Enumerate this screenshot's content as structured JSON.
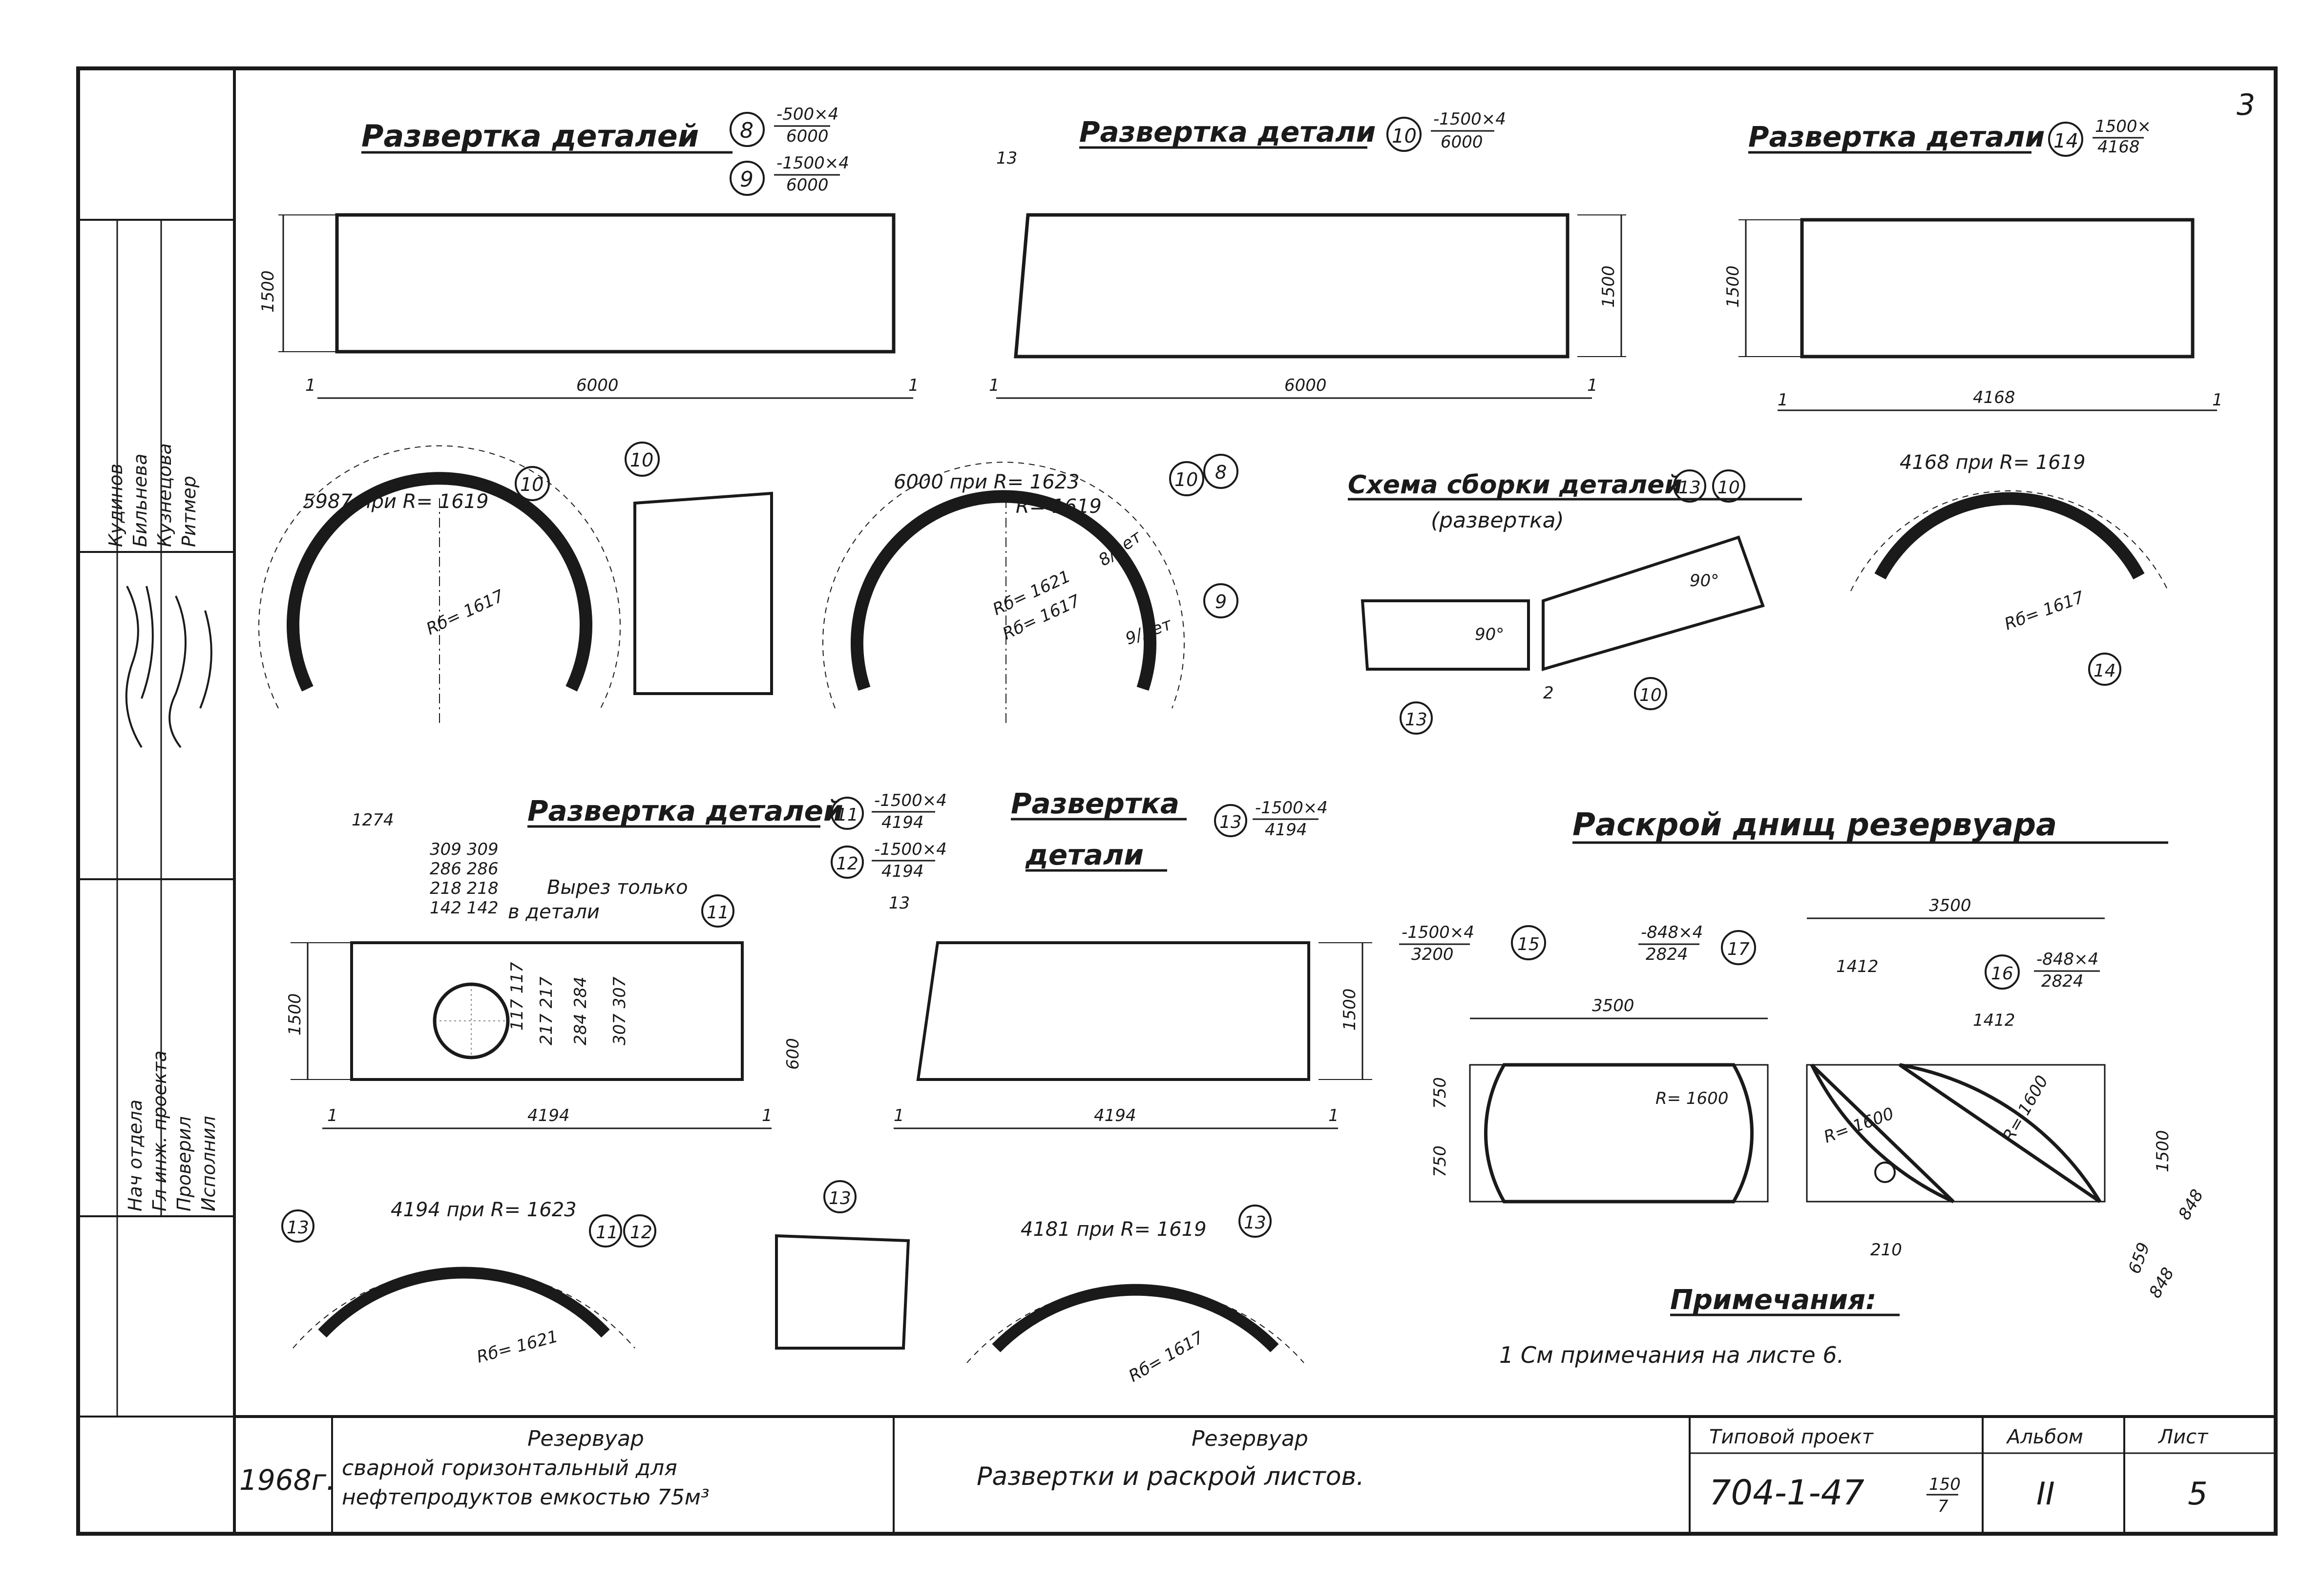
{
  "sheet_corner": "3",
  "titles": {
    "t1": "Развертка деталей",
    "t2": "Развертка детали",
    "t3": "Развертка детали",
    "t4": "Развертка деталей",
    "t5a": "Развертка",
    "t5b": "детали",
    "t6": "Раскрой   днищ   резервуара",
    "scheme1": "Схема сборки деталей",
    "scheme2": "(развертка)",
    "notes_title": "Примечания:",
    "note1": "1  См примечания на листе 6."
  },
  "callouts": {
    "c8": "8",
    "c9": "9",
    "c10": "10",
    "c13": "13",
    "c14": "14",
    "c11": "11",
    "c12": "12",
    "c15": "15",
    "c16": "16",
    "c17": "17"
  },
  "fractions": {
    "f8n": "-500×4",
    "f8d": "6000",
    "f9n": "-1500×4",
    "f9d": "6000",
    "f10n": "-1500×4",
    "f10d": "6000",
    "f14n": "1500×",
    "f14d": "4168",
    "f11n": "-1500×4",
    "f11d": "4194",
    "f12n": "-1500×4",
    "f12d": "4194",
    "f13n": "-1500×4",
    "f13d": "4194",
    "f15n": "-1500×4",
    "f15d": "3200",
    "f17n": "-848×4",
    "f17d": "2824",
    "f16n": "-848×4",
    "f16d": "2824"
  },
  "dims": {
    "d1500": "1500",
    "d6000": "6000",
    "d4168": "4168",
    "d4194": "4194",
    "d13": "13",
    "d1": "1",
    "d2": "2",
    "d90": "90°",
    "d3500": "3500",
    "d750": "750",
    "d1500b": "1500",
    "d600": "600",
    "d1274": "1274",
    "d210": "210",
    "d1412": "1412",
    "d659": "659",
    "d848": "848",
    "d848b": "848"
  },
  "arcs": {
    "a1": "5987 при  R= 1619",
    "a1r": "Rб= 1617",
    "a2": "6000 при  R= 1623",
    "a2b": "R= 1619",
    "a2r1": "Rб= 1621",
    "a2r2": "Rб= 1617",
    "a2d1": "8/дет",
    "a2d2": "9/дет",
    "a3": "4168 при  R= 1619",
    "a3r": "Rб= 1617",
    "a4": "4194 при  R= 1623",
    "a4r": "Rб= 1621",
    "a5": "4181 при  R= 1619",
    "a5r": "Rб= 1617",
    "r1600a": "R= 1600",
    "r1600b": "R= 1600",
    "r1600c": "R= 1600"
  },
  "cutout": {
    "label1": "Вырез только",
    "label2": "в детали",
    "n1": "309 309",
    "n2": "286 286",
    "n3": "218 218",
    "n4": "142 142",
    "v1": "117 117",
    "v2": "217 217",
    "v3": "284 284",
    "v4": "307 307"
  },
  "side_stamp": {
    "names": [
      "Кудинов",
      "Бильнева",
      "Кузнецова",
      "Ритмер"
    ],
    "roles": [
      "Нач отдела",
      "Гл инж. проекта",
      "Проверил",
      "Исполнил"
    ]
  },
  "title_block": {
    "year": "1968г.",
    "object_1": "Резервуар",
    "object_2": "сварной горизонтальный  для",
    "object_3": "нефтепродуктов емкостью 75м³",
    "sheet_1": "Резервуар",
    "sheet_2": "Развертки  и  раскрой  листов.",
    "proj_label": "Типовой проект",
    "proj_number": "704-1-47",
    "proj_frac_n": "150",
    "proj_frac_d": "7",
    "album_label": "Альбом",
    "album_value": "II",
    "list_label": "Лист",
    "list_value": "5"
  }
}
